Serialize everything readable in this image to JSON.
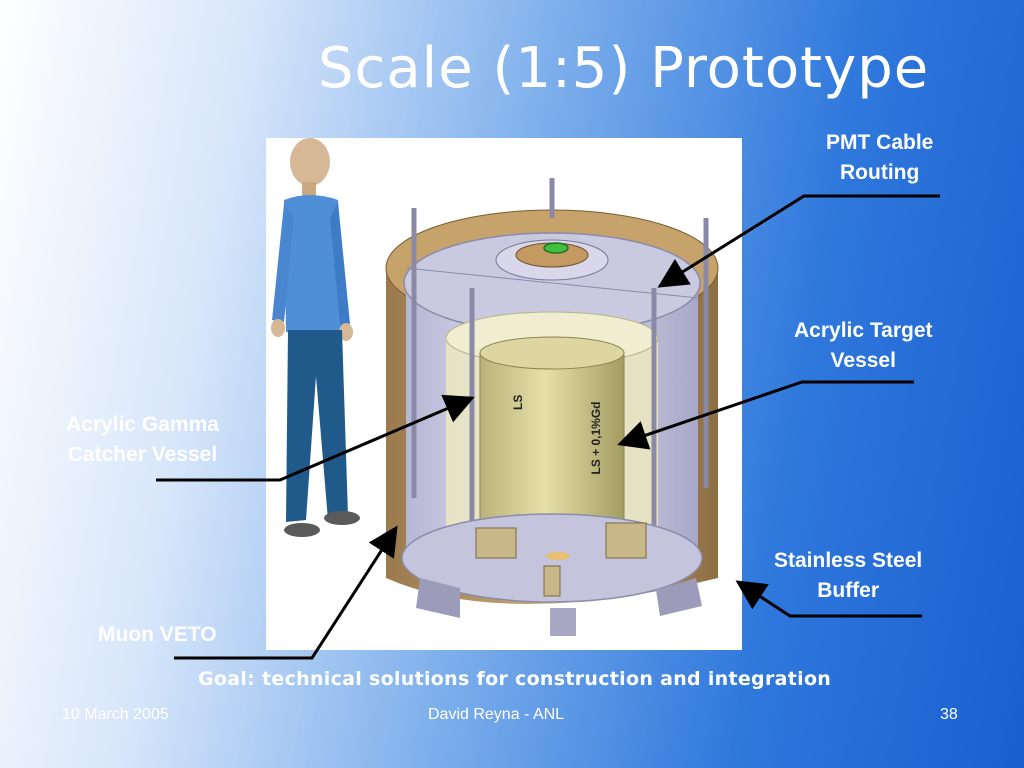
{
  "slide": {
    "title": "Scale (1:5) Prototype",
    "goal": "Goal: technical solutions for construction and integration"
  },
  "labels": {
    "pmt_cable": [
      "PMT Cable",
      "Routing"
    ],
    "acrylic_target": [
      "Acrylic Target",
      "Vessel"
    ],
    "gamma_catcher": [
      "Acrylic Gamma",
      "Catcher Vessel"
    ],
    "stainless_buffer": [
      "Stainless Steel",
      "Buffer"
    ],
    "muon_veto": "Muon VETO"
  },
  "diagram_text": {
    "ls": "LS",
    "ls_gd": "LS + 0,1%Gd"
  },
  "footer": {
    "date": "10 March 2005",
    "author": "David Reyna - ANL",
    "page": "38"
  }
}
